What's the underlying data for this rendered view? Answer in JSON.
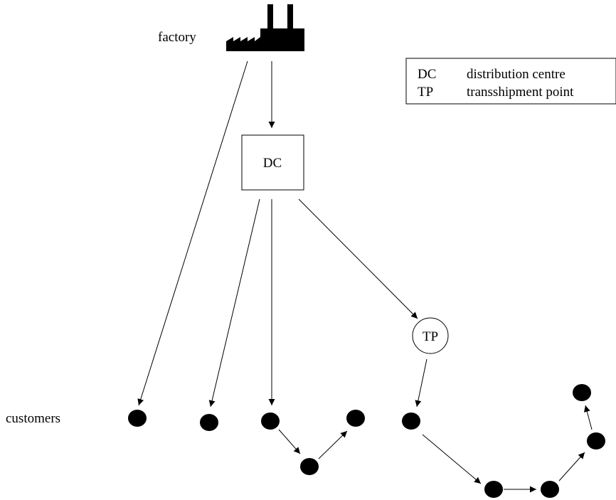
{
  "labels": {
    "factory": "factory",
    "customers": "customers"
  },
  "nodes": {
    "dc": "DC",
    "tp": "TP"
  },
  "legend": {
    "rows": [
      {
        "abbr": "DC",
        "meaning": "distribution centre"
      },
      {
        "abbr": "TP",
        "meaning": "transshipment point"
      }
    ]
  },
  "colors": {
    "ink": "#000000",
    "background": "#ffffff"
  },
  "icons": {
    "factory": "factory-icon",
    "customer": "customer-dot"
  }
}
